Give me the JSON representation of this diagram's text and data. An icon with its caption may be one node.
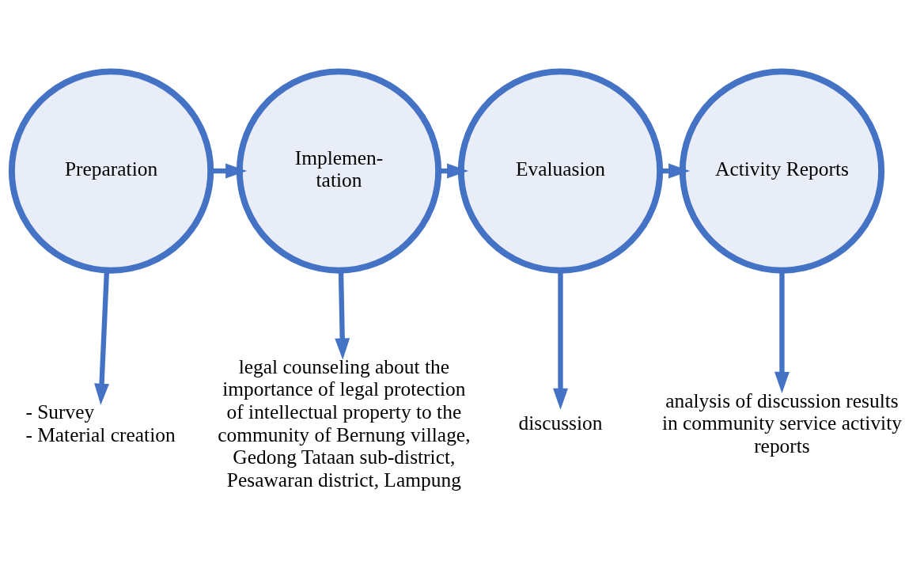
{
  "diagram": {
    "nodes": [
      {
        "text": [
          "Preparation"
        ]
      },
      {
        "text": [
          "Implemen- tation"
        ]
      },
      {
        "text": [
          "Evaluasion"
        ]
      },
      {
        "text": [
          "Activity Reports"
        ]
      },
      {
        "text": [
          "- Survey",
          "- Material creation"
        ]
      },
      {
        "text": [
          "legal counseling about the importance of legal protection of intellectual property to the community of Bernung village, Gedong Tataan sub-district, Pesawaran district, Lampung"
        ]
      },
      {
        "text": [
          "discussion"
        ]
      },
      {
        "text": [
          "analysis of discussion results in community service activity reports"
        ]
      }
    ],
    "edges": [
      {
        "from": 0,
        "to": 1,
        "arrow": "to"
      },
      {
        "from": 1,
        "to": 2,
        "arrow": "to"
      },
      {
        "from": 2,
        "to": 3,
        "arrow": "to"
      },
      {
        "from": 0,
        "to": 4,
        "arrow": "to"
      },
      {
        "from": 1,
        "to": 5,
        "arrow": "to"
      },
      {
        "from": 2,
        "to": 6,
        "arrow": "to"
      },
      {
        "from": 3,
        "to": 7,
        "arrow": "to"
      }
    ]
  }
}
